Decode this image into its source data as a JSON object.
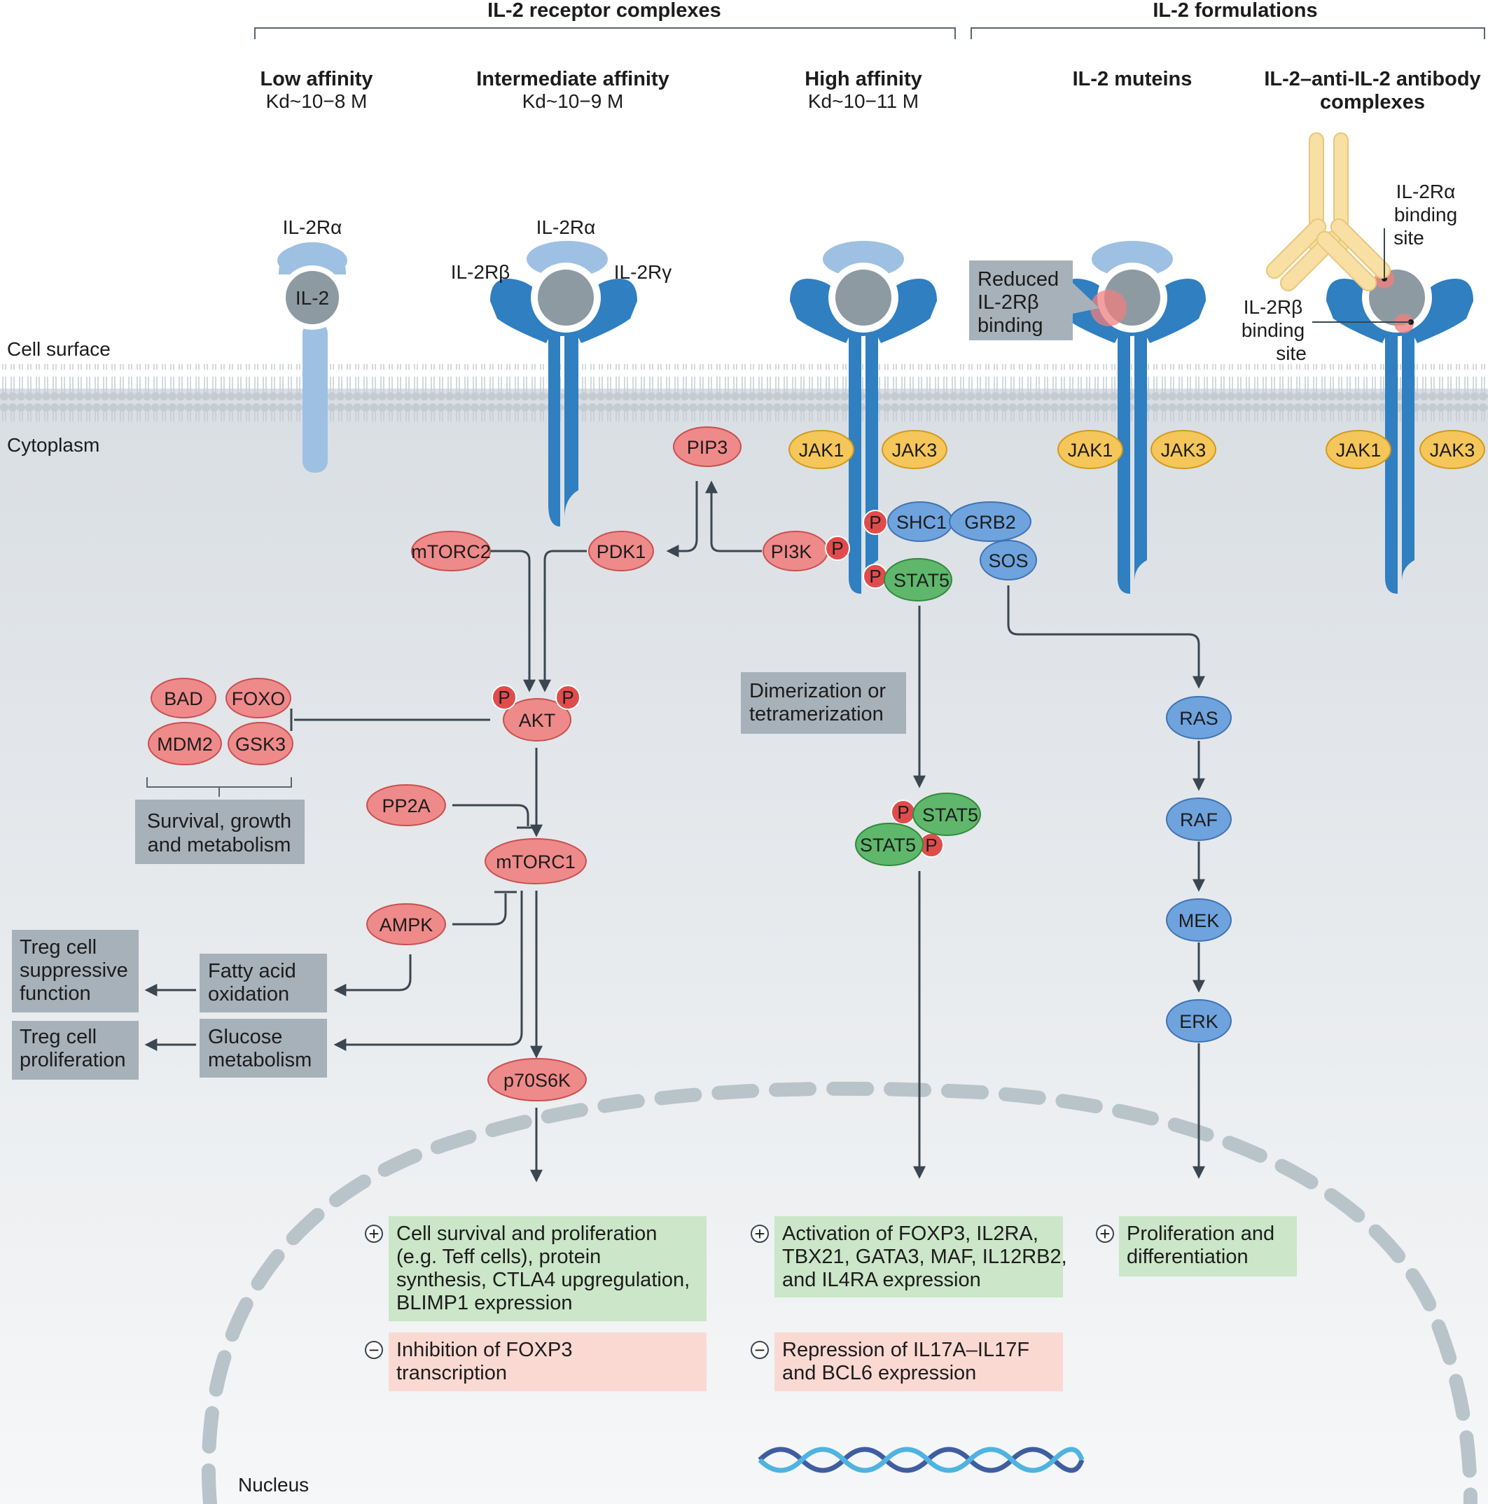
{
  "headers": {
    "receptor_complexes": "IL-2 receptor complexes",
    "formulations": "IL-2 formulations",
    "low_title": "Low affinity",
    "low_kd": "Kd~10−8 M",
    "int_title": "Intermediate affinity",
    "int_kd": "Kd~10−9 M",
    "high_title": "High affinity",
    "high_kd": "Kd~10−11 M",
    "muteins": "IL-2 muteins",
    "complexes_1": "IL-2–anti-IL-2 antibody",
    "complexes_2": "complexes"
  },
  "regions": {
    "cell_surface": "Cell surface",
    "cytoplasm": "Cytoplasm",
    "nucleus": "Nucleus"
  },
  "receptor_labels": {
    "il2ra_low": "IL-2Rα",
    "il2": "IL-2",
    "il2ra_int": "IL-2Rα",
    "il2rb": "IL-2Rβ",
    "il2rg": "IL-2Rγ",
    "reduced_1": "Reduced",
    "reduced_2": "IL-2Rβ",
    "reduced_3": "binding",
    "ra_site_1": "IL-2Rα",
    "ra_site_2": "binding",
    "ra_site_3": "site",
    "rb_site_1": "IL-2Rβ",
    "rb_site_2": "binding",
    "rb_site_3": "site"
  },
  "nodes": {
    "jak1": "JAK1",
    "jak3": "JAK3",
    "pip3": "PIP3",
    "pi3k": "PI3K",
    "pdk1": "PDK1",
    "mtorc2": "mTORC2",
    "akt": "AKT",
    "bad": "BAD",
    "foxo": "FOXO",
    "mdm2": "MDM2",
    "gsk3": "GSK3",
    "pp2a": "PP2A",
    "mtorc1": "mTORC1",
    "ampk": "AMPK",
    "p70s6k": "p70S6K",
    "shc1": "SHC1",
    "grb2": "GRB2",
    "sos": "SOS",
    "stat5": "STAT5",
    "ras": "RAS",
    "raf": "RAF",
    "mek": "MEK",
    "erk": "ERK",
    "p": "P"
  },
  "boxes": {
    "survival_1": "Survival, growth",
    "survival_2": "and metabolism",
    "fatty_1": "Fatty acid",
    "fatty_2": "oxidation",
    "glucose_1": "Glucose",
    "glucose_2": "metabolism",
    "treg_supp_1": "Treg cell",
    "treg_supp_2": "suppressive",
    "treg_supp_3": "function",
    "treg_prolif_1": "Treg cell",
    "treg_prolif_2": "proliferation",
    "dimer_1": "Dimerization or",
    "dimer_2": "tetramerization"
  },
  "outcomes": {
    "plus": "+",
    "minus": "−",
    "akt_plus": [
      "Cell survival and proliferation",
      "(e.g. Teff cells), protein",
      "synthesis, CTLA4 upgregulation,",
      "BLIMP1 expression"
    ],
    "akt_minus": [
      "Inhibition of FOXP3",
      "transcription"
    ],
    "stat_plus": [
      "Activation of FOXP3, IL2RA,",
      "TBX21, GATA3, MAF, IL12RB2,",
      "and IL4RA expression"
    ],
    "stat_minus": [
      "Repression of IL17A–IL17F",
      "and BCL6 expression"
    ],
    "erk_plus": [
      "Proliferation and",
      "differentiation"
    ]
  },
  "colors": {
    "receptor_blue": "#2f7fc1",
    "il2ra_light": "#9ec0e2",
    "il2_grey": "#8e9aa2",
    "jak_yellow": "#f5c65a",
    "pi3k_red": "#ef8a8a",
    "stat_green": "#5fb76b",
    "ras_blue": "#6fa3de",
    "phospho_red": "#e04c4c",
    "grey_box": "#a7b1b9",
    "green_box": "#cbe6c8",
    "pink_box": "#fbd9d3",
    "antibody_yellow": "#f8dfa3",
    "cytoplasm": "#dfe3e7"
  }
}
